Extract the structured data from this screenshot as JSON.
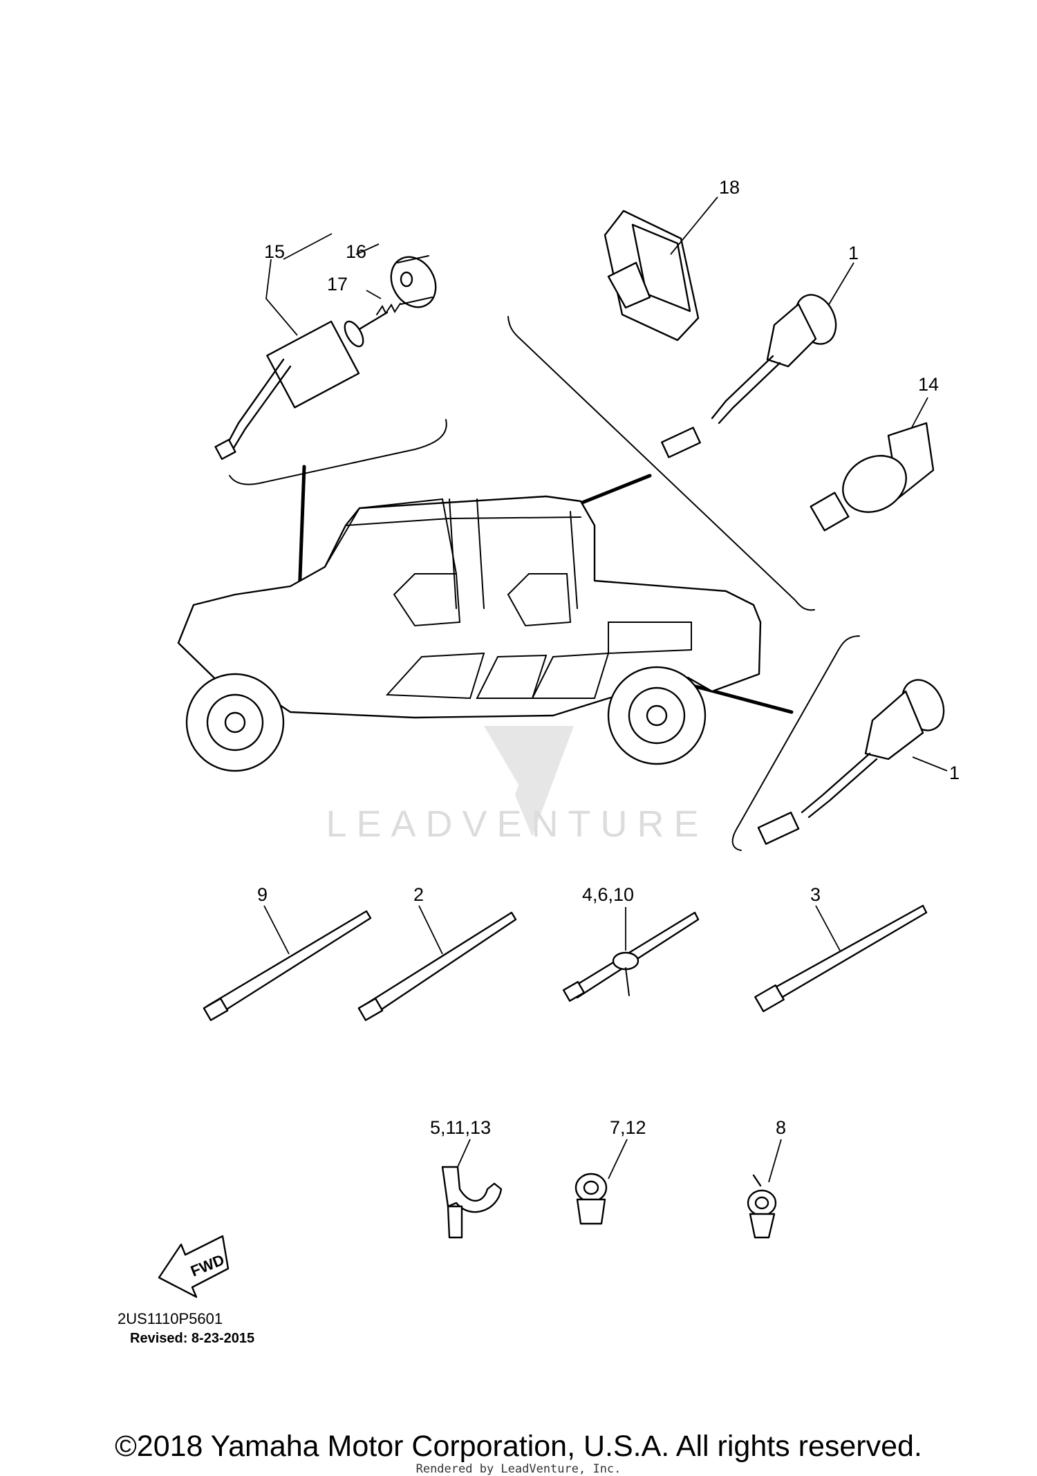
{
  "callouts": {
    "c18": "18",
    "c15": "15",
    "c16": "16",
    "c17": "17",
    "c1_top": "1",
    "c14": "14",
    "c1_right": "1",
    "c9": "9",
    "c2": "2",
    "c4_6_10": "4,6,10",
    "c3": "3",
    "c5_11_13": "5,11,13",
    "c7_12": "7,12",
    "c8": "8"
  },
  "watermark": {
    "text": "LEADVENTURE"
  },
  "fwd_arrow": {
    "label": "FWD"
  },
  "drawing": {
    "code": "2US1110P5601",
    "revised": "Revised: 8-23-2015"
  },
  "footer": {
    "copyright": "©2018 Yamaha Motor Corporation, U.S.A. All rights reserved.",
    "rendered_by": "Rendered by LeadVenture, Inc."
  }
}
